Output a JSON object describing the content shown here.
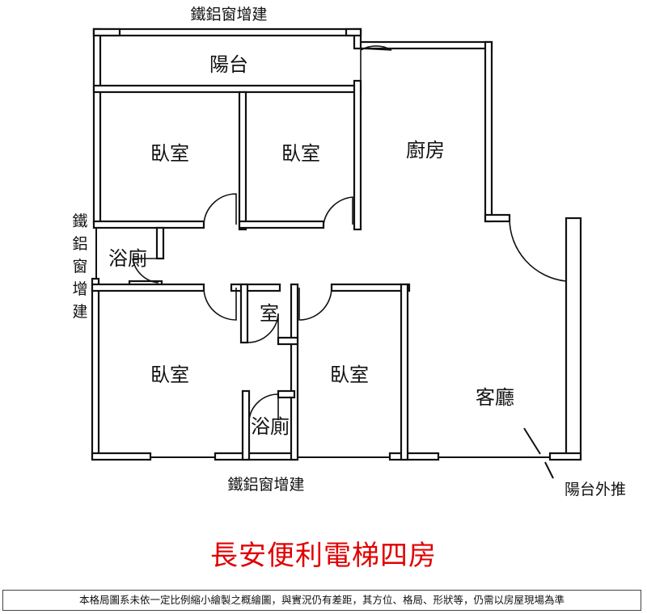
{
  "plan": {
    "rooms": {
      "balcony": "陽台",
      "bedroom_top_left": "臥室",
      "bedroom_top_right": "臥室",
      "kitchen": "廚房",
      "bath_upper": "浴廁",
      "small_room": "室",
      "bedroom_bottom_left": "臥室",
      "bath_lower": "浴廁",
      "bedroom_bottom_right": "臥室",
      "living_room": "客廳"
    },
    "notes": {
      "top_window": "鐵鋁窗增建",
      "left_window": [
        "鐵",
        "鋁",
        "窗",
        "增",
        "建"
      ],
      "bottom_window": "鐵鋁窗增建",
      "balcony_outward": "陽台外推"
    }
  },
  "title": "長安便利電梯四房",
  "disclaimer": "本格局圖系未依一定比例縮小繪製之概繪圖，與實況仍有差距，其方位、格局、形狀等，仍需以房屋現場為準",
  "colors": {
    "wall": "#222222",
    "title": "#e00000"
  }
}
